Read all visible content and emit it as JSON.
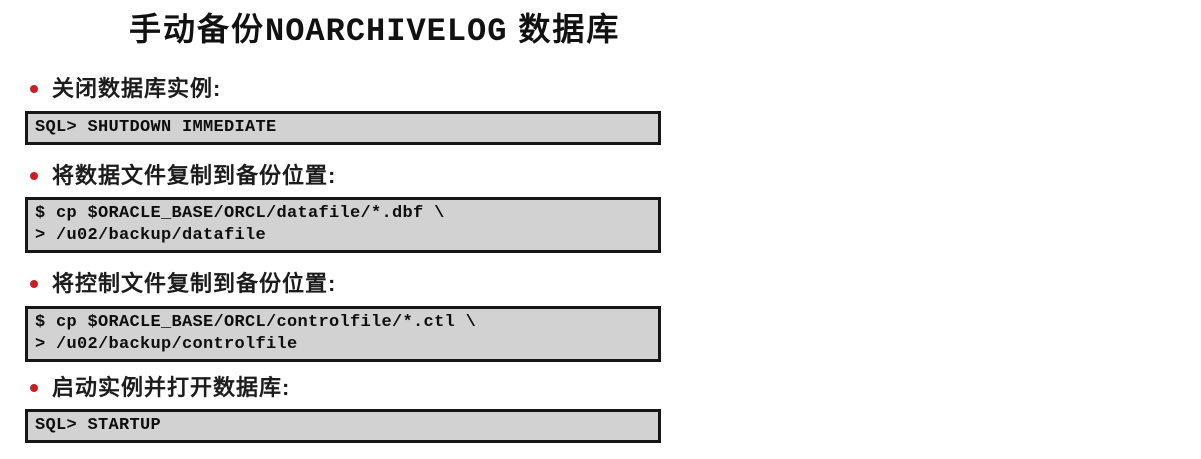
{
  "slide": {
    "title": {
      "prefix": "手动备份",
      "latin": "NOARCHIVELOG",
      "suffix": " 数据库"
    },
    "bullet_icon": "red-dot",
    "steps": [
      {
        "label": "关闭数据库实例:",
        "code_lines": [
          "SQL> SHUTDOWN IMMEDIATE"
        ]
      },
      {
        "label": "将数据文件复制到备份位置:",
        "code_lines": [
          "$ cp $ORACLE_BASE/ORCL/datafile/*.dbf \\",
          "> /u02/backup/datafile"
        ]
      },
      {
        "label": "将控制文件复制到备份位置:",
        "code_lines": [
          "$ cp $ORACLE_BASE/ORCL/controlfile/*.ctl \\",
          "> /u02/backup/controlfile"
        ]
      },
      {
        "label": "启动实例并打开数据库:",
        "code_lines": [
          "SQL> STARTUP"
        ]
      }
    ]
  },
  "colors": {
    "page_bg": "#ffffff",
    "title_text": "#111111",
    "label_text": "#1c1c1c",
    "bullet_dot": "#cb1f1f",
    "code_bg": "#d2d2d2",
    "code_border": "#161616",
    "code_text": "#0e0e0e"
  }
}
